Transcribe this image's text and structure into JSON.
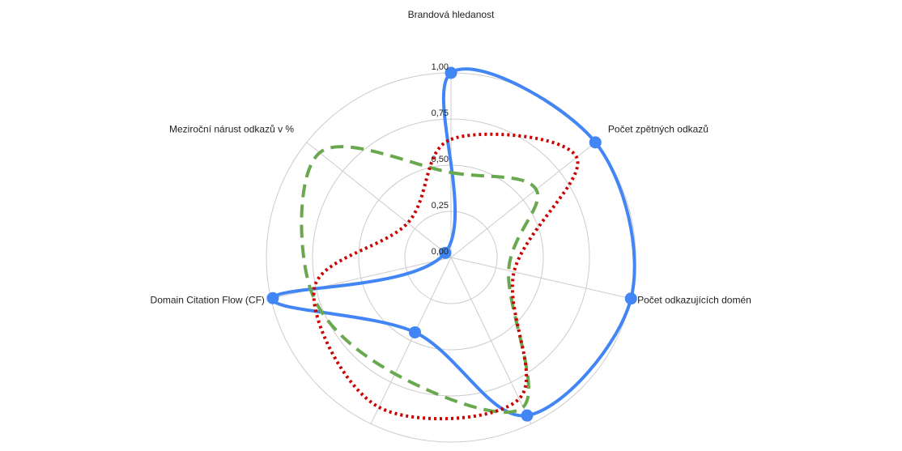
{
  "chart_data": {
    "type": "radar",
    "axes": [
      "Brandová hledanost",
      "Počet zpětných odkazů",
      "Počet odkazujících domén",
      "",
      "",
      "Domain Citation Flow (CF)",
      "Meziroční nárust odkazů v %"
    ],
    "rlim": [
      0,
      1
    ],
    "ticks": [
      "0,00",
      "0,25",
      "0,50",
      "0,75",
      "1,00"
    ],
    "tick_values": [
      0,
      0.25,
      0.5,
      0.75,
      1
    ],
    "grid": true,
    "series": [
      {
        "color": "#4285f4",
        "style": "solid-markers",
        "values": [
          1.0,
          1.0,
          1.0,
          0.95,
          0.45,
          0.99,
          0.04
        ]
      },
      {
        "color": "#6aa84f",
        "style": "dashed",
        "values": [
          0.46,
          0.59,
          0.32,
          0.9,
          0.7,
          0.78,
          0.91
        ]
      },
      {
        "color": "#cc0000",
        "style": "dotted",
        "values": [
          0.64,
          0.87,
          0.35,
          0.85,
          0.9,
          0.76,
          0.3
        ]
      }
    ]
  }
}
